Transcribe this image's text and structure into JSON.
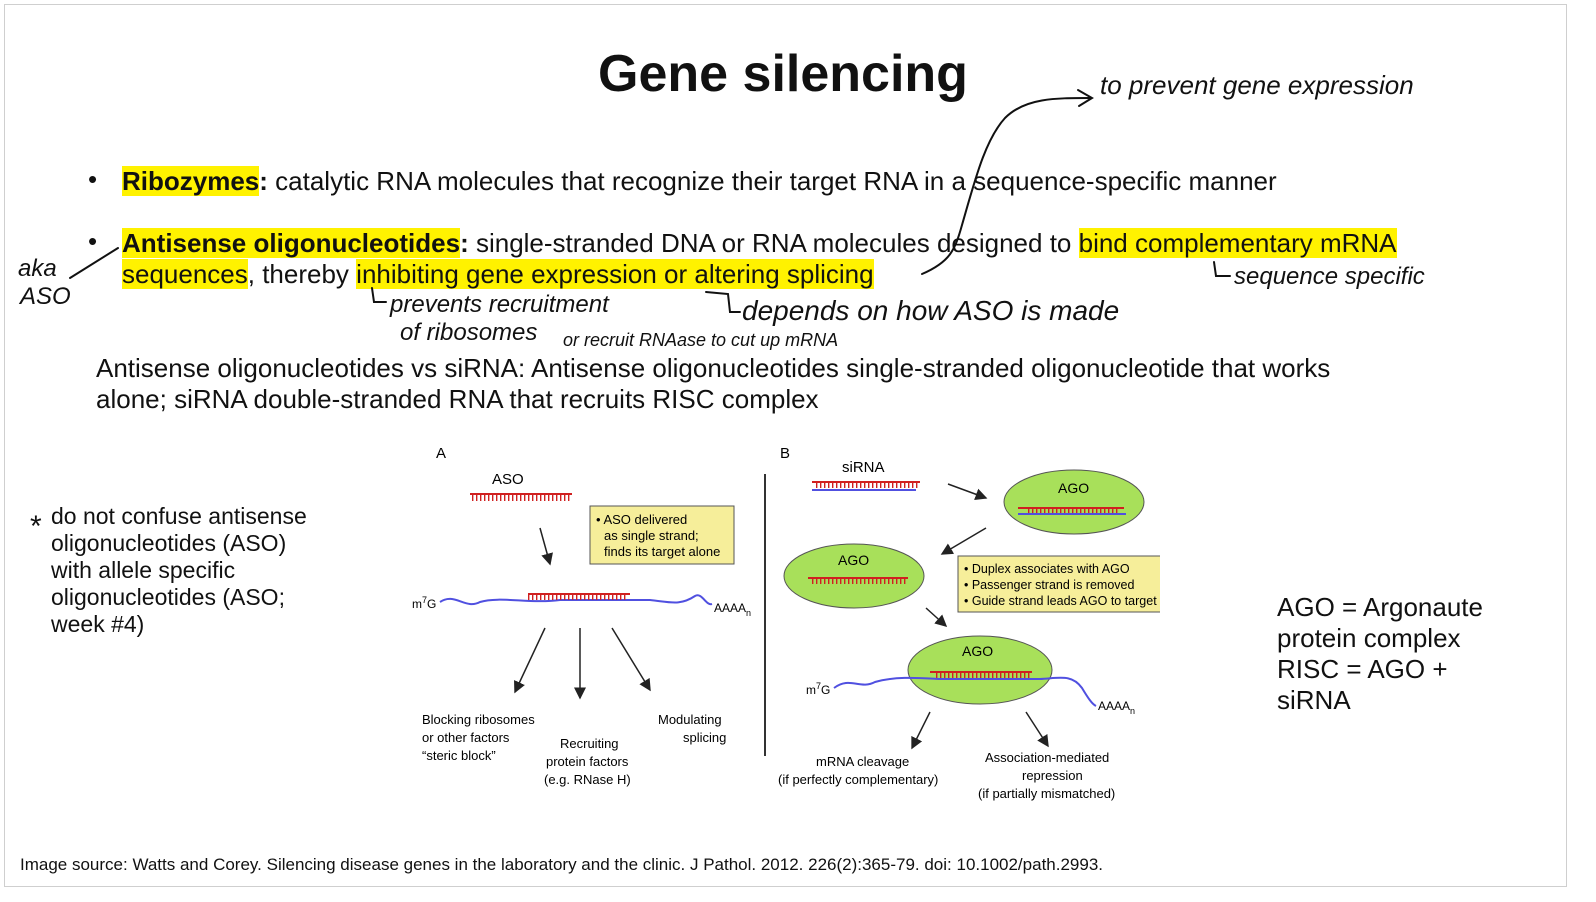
{
  "title": "Gene silencing",
  "bullets": [
    {
      "term": "Ribozymes",
      "colon": ":",
      "text": " catalytic RNA molecules that recognize their target RNA in a sequence-specific manner"
    },
    {
      "term": "Antisense oligonucleotides",
      "colon": ":",
      "text_a": " single-stranded DNA or RNA molecules designed to ",
      "hl_a": "bind complementary mRNA",
      "hl_b": "sequences",
      "text_b": ", thereby ",
      "hl_c": "inhibiting gene expression or altering splicing"
    }
  ],
  "comparison": {
    "line1": "Antisense oligonucleotides vs siRNA: Antisense oligonucleotides single-stranded oligonucleotide that works",
    "line2": "alone; siRNA double-stranded RNA that recruits RISC complex"
  },
  "side_note": {
    "star": "*",
    "lines": [
      "do not confuse antisense",
      "oligonucleotides (ASO)",
      "with allele specific",
      "oligonucleotides (ASO;",
      "week #4)"
    ]
  },
  "ago_note": {
    "lines": [
      "AGO = Argonaute",
      "protein complex",
      "RISC = AGO +",
      "siRNA"
    ]
  },
  "source": "Image source: Watts and Corey. Silencing disease genes in the laboratory and the clinic. J Pathol. 2012. 226(2):365-79. doi: 10.1002/path.2993.",
  "handwriting": {
    "to_prevent": "to prevent gene expression",
    "aka": "aka",
    "aso": "ASO",
    "sequence_specific": "sequence specific",
    "prevents_1": "prevents recruitment",
    "prevents_2": "of ribosomes",
    "or_recruit": "or recruit RNAase to cut up mRNA",
    "depends": "depends on how ASO is made"
  },
  "figure": {
    "panel_a": {
      "label": "A",
      "aso": "ASO",
      "box_lines": [
        "• ASO delivered",
        "as single strand;",
        "finds its target alone"
      ],
      "m7g": "m",
      "m7g_sup": "7",
      "m7g_g": "G",
      "polya": "AAAA",
      "polya_sub": "n",
      "out1": [
        "Blocking ribosomes",
        "or other factors",
        "“steric block”"
      ],
      "out2": [
        "Recruiting",
        "protein factors",
        "(e.g. RNase H)"
      ],
      "out3": [
        "Modulating",
        "splicing"
      ]
    },
    "panel_b": {
      "label": "B",
      "sirna": "siRNA",
      "ago": "AGO",
      "box_lines": [
        "• Duplex associates with AGO",
        "• Passenger strand is removed",
        "• Guide strand leads AGO to target"
      ],
      "m7g": "m",
      "m7g_sup": "7",
      "m7g_g": "G",
      "polya": "AAAA",
      "polya_sub": "n",
      "out1": [
        "mRNA cleavage",
        "(if perfectly complementary)"
      ],
      "out2": [
        "Association-mediated",
        "repression",
        "(if partially mismatched)"
      ]
    },
    "colors": {
      "box_fill": "#f6ee9a",
      "ellipse_fill": "#a8e05a",
      "rna_blue": "#5050e0",
      "aso_red": "#d02020",
      "highlight": "#fff200"
    }
  }
}
